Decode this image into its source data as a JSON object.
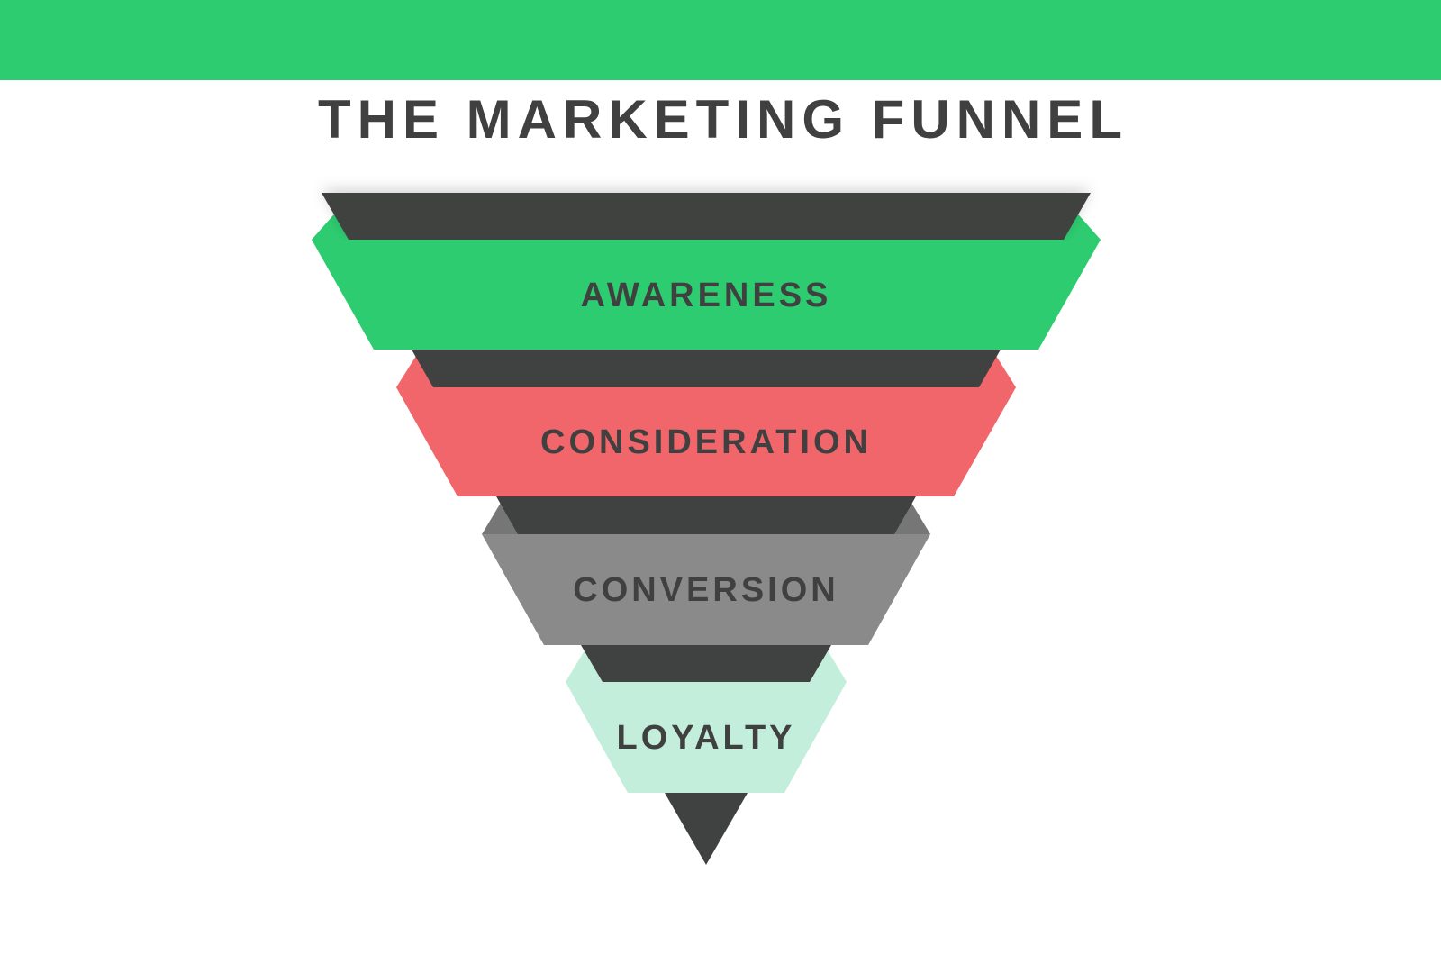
{
  "header": {
    "bar_color": "#2ecc71",
    "title": "THE MARKETING FUNNEL"
  },
  "funnel": {
    "connector_color": "#404241",
    "text_color": "#3f403f",
    "stages": [
      {
        "label": "AWARENESS",
        "color": "#2ecc71",
        "accent": "#2ecc71"
      },
      {
        "label": "CONSIDERATION",
        "color": "#f0666a",
        "accent": "#f0666a"
      },
      {
        "label": "CONVERSION",
        "color": "#8a8a8a",
        "accent": "#767676"
      },
      {
        "label": "LOYALTY",
        "color": "#c2eedb",
        "accent": "#c2eedb"
      }
    ]
  }
}
